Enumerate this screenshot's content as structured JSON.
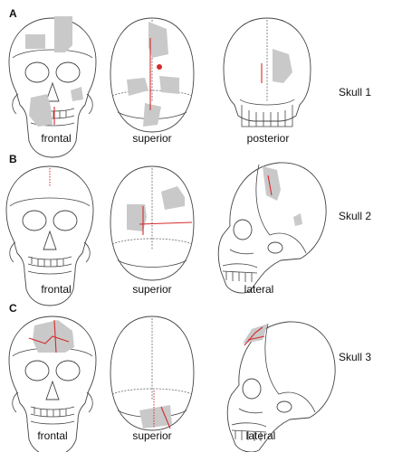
{
  "panels": [
    {
      "letter": "A",
      "skull_label": "Skull 1",
      "views": [
        "frontal",
        "superior",
        "posterior"
      ]
    },
    {
      "letter": "B",
      "skull_label": "Skull 2",
      "views": [
        "frontal",
        "superior",
        "lateral"
      ]
    },
    {
      "letter": "C",
      "skull_label": "Skull 3",
      "views": [
        "frontal",
        "superior",
        "lateral"
      ]
    }
  ],
  "colors": {
    "outline": "#444444",
    "shading": "#c9c9c9",
    "fracture": "#d62a2a"
  }
}
